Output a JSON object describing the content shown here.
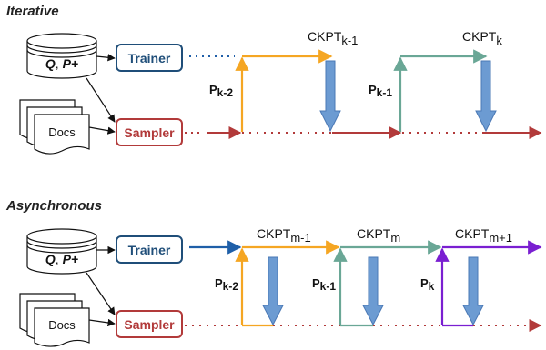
{
  "sections": {
    "iterative": "Iterative",
    "asynchronous": "Asynchronous"
  },
  "db_label": {
    "q": "Q",
    "sep": ", ",
    "p": "P+"
  },
  "docs_label": "Docs",
  "trainer_label": "Trainer",
  "sampler_label": "Sampler",
  "ckpt_base": "CKPT",
  "p_base": "P",
  "iterative_ckpts": [
    {
      "sub": "k-1"
    },
    {
      "sub": "k"
    }
  ],
  "iterative_ps": [
    {
      "sub": "k-2"
    },
    {
      "sub": "k-1"
    }
  ],
  "async_ckpts": [
    {
      "sub": "m-1"
    },
    {
      "sub": "m"
    },
    {
      "sub": "m+1"
    }
  ],
  "async_ps": [
    {
      "sub": "k-2"
    },
    {
      "sub": "k-1"
    },
    {
      "sub": "k"
    }
  ],
  "colors": {
    "trainer": "#1f4e79",
    "sampler": "#b23a3a",
    "orange": "#f5a623",
    "teal": "#6aa796",
    "purple": "#7a1fd1",
    "blue_line": "#1f5fa8",
    "down_arrow": "#6c9bd2",
    "down_arrow_stroke": "#4a78b5"
  }
}
